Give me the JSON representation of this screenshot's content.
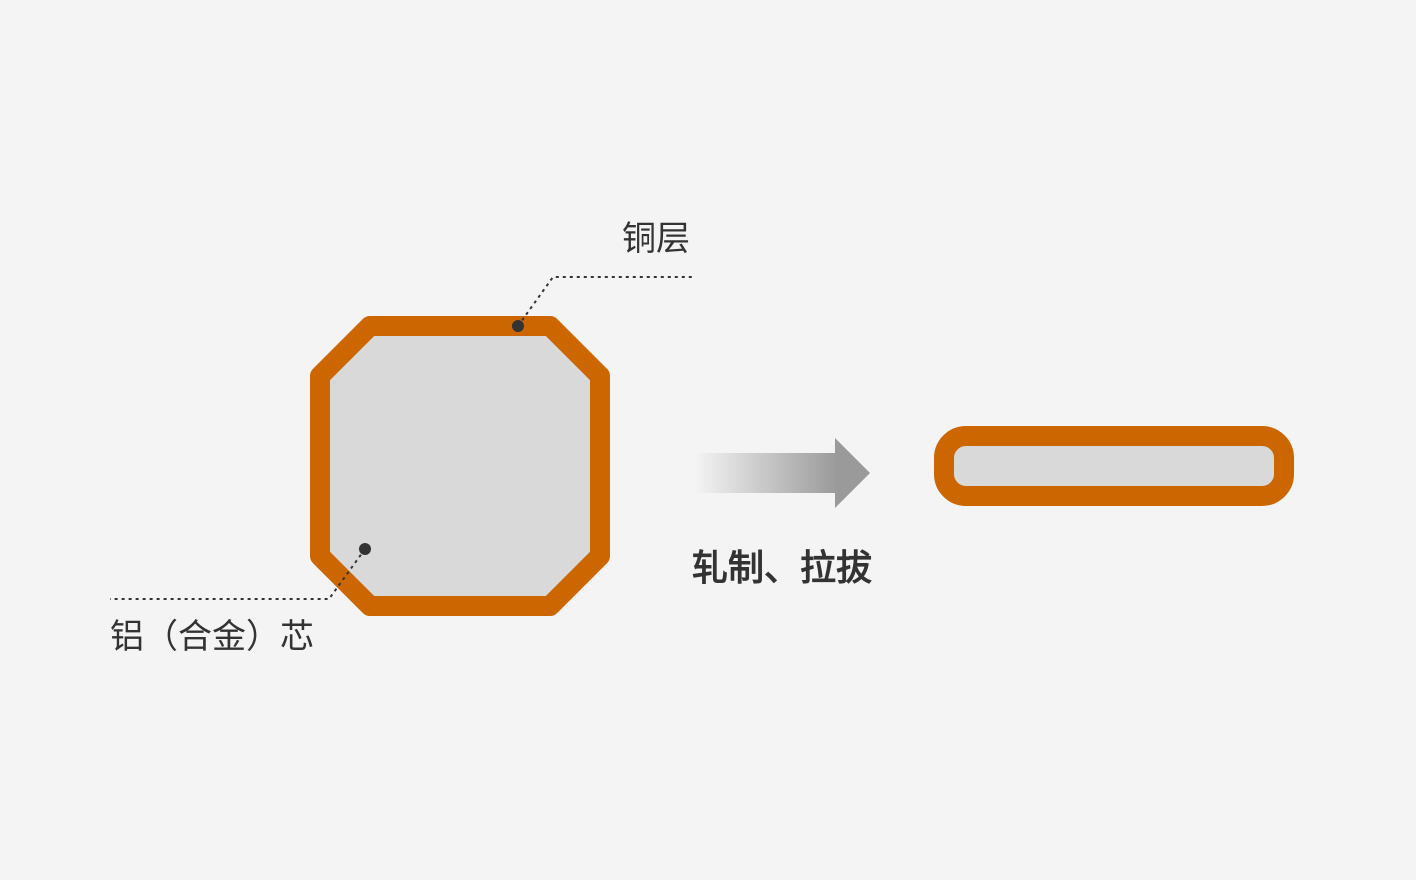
{
  "diagram": {
    "labels": {
      "copper_layer": "铜层",
      "core": "铝（合金）芯",
      "process": "轧制、拉拔"
    },
    "colors": {
      "background": "#f4f4f4",
      "copper": "#cc6600",
      "core_fill": "#d9d9d9",
      "leader": "#333333",
      "arrow_gray": "#a0a0a0"
    }
  }
}
